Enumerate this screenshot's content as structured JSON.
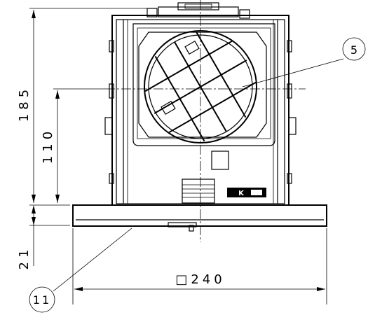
{
  "dimensions": {
    "height_total": "185",
    "height_center": "110",
    "height_flange": "21",
    "width_flange": "□240"
  },
  "callouts": {
    "part_5": "5",
    "part_11": "11"
  },
  "badge": {
    "text": "K"
  },
  "icons": {
    "circle_callout": "circle-callout-icon",
    "damper": "damper-grid-icon"
  }
}
